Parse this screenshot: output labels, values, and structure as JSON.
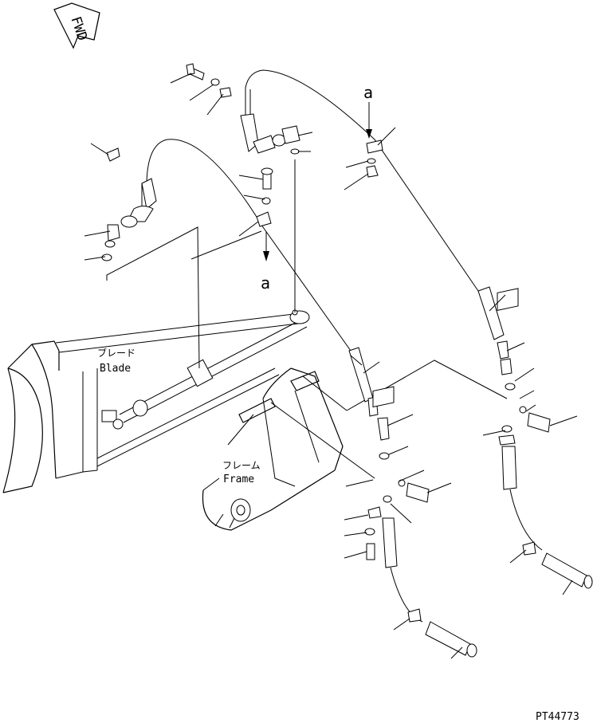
{
  "fwd_label": "FWD",
  "view_marker": "a",
  "blade_label_jp": "ブレード",
  "blade_label_en": "Blade",
  "frame_label_jp": "フレーム",
  "frame_label_en": "Frame",
  "drawing_number": "PT44773"
}
